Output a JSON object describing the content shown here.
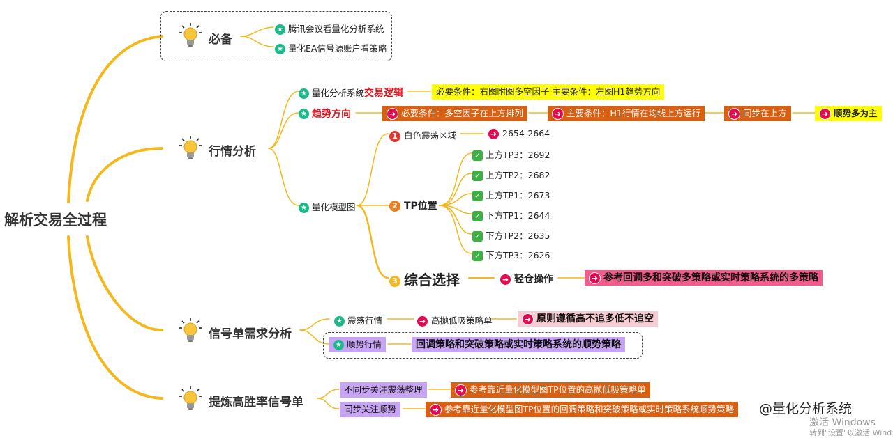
{
  "root": "解析交易全过程",
  "branches": {
    "bibei": {
      "title": "必备",
      "items": [
        "腾讯会议看量化分析系统",
        "量化EA信号源账户看策略"
      ]
    },
    "hangqing": {
      "title": "行情分析",
      "logic": {
        "prefix": "量化分析系统",
        "highlight": "交易逻辑",
        "note": "必要条件：右图附图多空因子   主要条件：左图H1趋势方向"
      },
      "trend": {
        "title": "趋势方向",
        "steps": [
          "必要条件：多空因子在上方排列",
          "主要条件：H1行情在均线上方运行",
          "同步在上方",
          "顺势多为主"
        ]
      },
      "model": {
        "title": "量化模型图",
        "sub1": {
          "num": "1",
          "label": "白色震荡区域",
          "value": "2654-2664"
        },
        "sub2": {
          "num": "2",
          "label": "TP位置",
          "items": [
            "上方TP3：2692",
            "上方TP2：2682",
            "上方TP1：2673",
            "下方TP1：2644",
            "下方TP2：2635",
            "下方TP3：2626"
          ]
        },
        "sub3": {
          "num": "3",
          "label": "综合选择",
          "op": "轻仓操作",
          "strategy": "参考回调多和突破多策略或实时策略系统的多策略"
        }
      }
    },
    "xinhao": {
      "title": "信号单需求分析",
      "row1": {
        "label": "震荡行情",
        "mid": "高抛低吸策略单",
        "end": "原则遵循高不追多低不追空"
      },
      "row2": {
        "label": "顺势行情",
        "end": "回调策略和突破策略或实时策略系统的顺势策略"
      }
    },
    "tilian": {
      "title": "提炼高胜率信号单",
      "row1": {
        "label": "不同步关注震荡整理",
        "end": "参考靠近量化模型图TP位置的高抛低吸策略单"
      },
      "row2": {
        "label": "同步关注顺势",
        "end": "参考靠近量化模型图TP位置的回调策略和突破策略或实时策略系统顺势策略"
      }
    }
  },
  "watermark": {
    "brand": "@量化分析系统",
    "win1": "激活 Windows",
    "win2": "转到\"设置\"以激活 Wind"
  },
  "colors": {
    "branch": "#f5b81c",
    "star": "#19b989",
    "arrow": "#e6094f",
    "check": "#3cb043",
    "yellow": "#ffff00",
    "orange": "#d95f12",
    "pink": "#f25c8a",
    "purple": "#c8a4f4"
  }
}
